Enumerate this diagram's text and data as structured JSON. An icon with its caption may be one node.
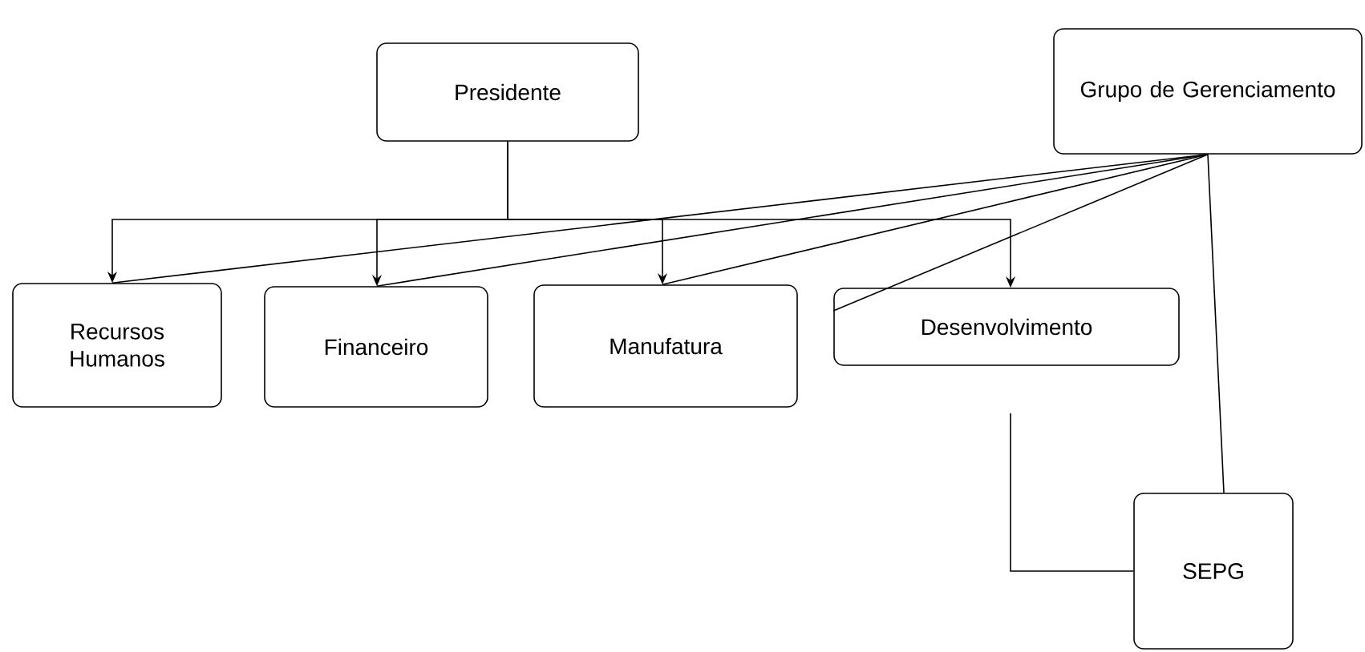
{
  "diagram": {
    "nodes": [
      {
        "text": [
          "Presidente"
        ]
      },
      {
        "text": [
          "Grupo de Gerenciamento"
        ]
      },
      {
        "text": [
          "Recursos Humanos"
        ]
      },
      {
        "text": [
          "Financeiro"
        ]
      },
      {
        "text": [
          "Manufatura"
        ]
      },
      {
        "text": [
          "Desenvolvimento"
        ]
      },
      {
        "text": [
          "SEPG"
        ]
      }
    ],
    "edges": [
      {
        "from": 0,
        "to": 2,
        "arrow": "to"
      },
      {
        "from": 0,
        "to": 3,
        "arrow": "to"
      },
      {
        "from": 0,
        "to": 4,
        "arrow": "to"
      },
      {
        "from": 0,
        "to": 5,
        "arrow": "to"
      },
      {
        "from": 1,
        "to": 2,
        "arrow": "none"
      },
      {
        "from": 1,
        "to": 3,
        "arrow": "none"
      },
      {
        "from": 1,
        "to": 4,
        "arrow": "none"
      },
      {
        "from": 1,
        "to": 5,
        "arrow": "none"
      },
      {
        "from": 1,
        "to": 6,
        "arrow": "none"
      },
      {
        "from": 5,
        "to": 6,
        "arrow": "none"
      }
    ]
  }
}
